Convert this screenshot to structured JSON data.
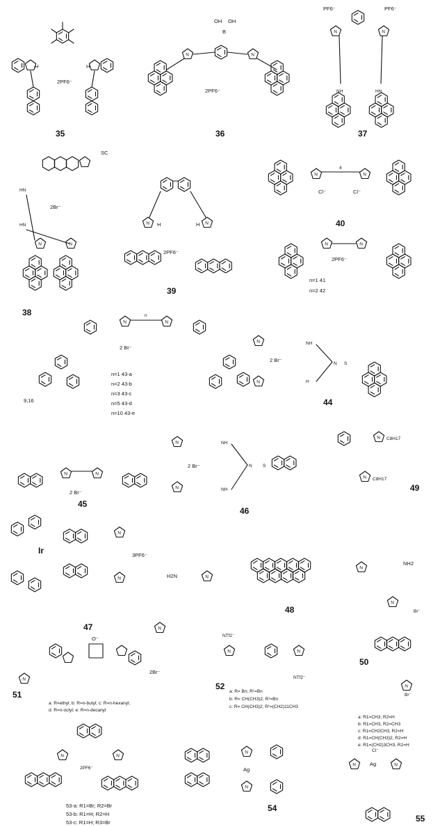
{
  "compounds": [
    {
      "id": "c35",
      "label": "35",
      "counterion": "2PF6⁻"
    },
    {
      "id": "c36",
      "label": "36",
      "counterion": "2PF6⁻",
      "atoms": [
        "B",
        "OH",
        "OH"
      ]
    },
    {
      "id": "c37",
      "label": "37",
      "counterion": "PF6⁻"
    },
    {
      "id": "c38",
      "label": "38",
      "counterion": "2Br⁻",
      "atoms": [
        "SC",
        "HN",
        "HN"
      ]
    },
    {
      "id": "c39",
      "label": "39",
      "counterion": "2PF6⁻"
    },
    {
      "id": "c40",
      "label": "40",
      "counterion": "Cl⁻"
    },
    {
      "id": "c41",
      "label": "41",
      "note": "n=1"
    },
    {
      "id": "c42",
      "label": "42",
      "note": "n=2",
      "counterion": "2PF6⁻"
    },
    {
      "id": "c43",
      "label": "43",
      "counterion": "2 Br⁻",
      "extra": "9,16"
    },
    {
      "id": "c44",
      "label": "44",
      "counterion": "2 Br⁻"
    },
    {
      "id": "c45",
      "label": "45",
      "counterion": "2 Br⁻"
    },
    {
      "id": "c46",
      "label": "46",
      "counterion": "2 Br⁻"
    },
    {
      "id": "c47",
      "label": "47",
      "counterion": "3PF6⁻",
      "metal": "Ir"
    },
    {
      "id": "c48",
      "label": "48",
      "atoms": [
        "H2N",
        "NH2"
      ]
    },
    {
      "id": "c49",
      "label": "49",
      "atoms": [
        "C8H17",
        "C8H17"
      ]
    },
    {
      "id": "c50",
      "label": "50",
      "counterion": "Br⁻"
    },
    {
      "id": "c51",
      "label": "51",
      "counterion": "2Br⁻"
    },
    {
      "id": "c52",
      "label": "52",
      "counterion": "NTf2⁻"
    },
    {
      "id": "c53",
      "label": "53",
      "counterion": "2PF6⁻"
    },
    {
      "id": "c54",
      "label": "54",
      "metal": "Ag"
    },
    {
      "id": "c55",
      "label": "55",
      "counterion": "Cl⁻",
      "metal": "Ag"
    }
  ],
  "series43": [
    "n=1 43-a",
    "n=2 43-b",
    "n=3 43-c",
    "n=5 43-d",
    "n=10 43-e"
  ],
  "series41": [
    "n=1  41",
    "n=2  42"
  ],
  "legend51": [
    "a: R=ethyl; b: R=n-butyl; c: R=n-hexanyl;",
    "d: R=n-octyl; e: R=n-decanyl"
  ],
  "legend52": [
    "a: R= Bn; R¹=Bn",
    "b: R= CH(CH3)2; R¹=Bn",
    "c: R= CH(CH3)2; R¹=(CH2)11CH3"
  ],
  "legend50": [
    "a: R1=CH3, R2=H",
    "b: R1=CH3, R2=CH3",
    "c: R1=CH2CH3, R2=H",
    "d: R1=CH(CH3)2, R2=H",
    "e: R1=(CH2)3CH3, R2=H"
  ],
  "legend53": [
    "53-a: R1=Br; R2=Br",
    "53-b: R1=H; R2=H",
    "53-c: R1=H; R3=Br"
  ]
}
